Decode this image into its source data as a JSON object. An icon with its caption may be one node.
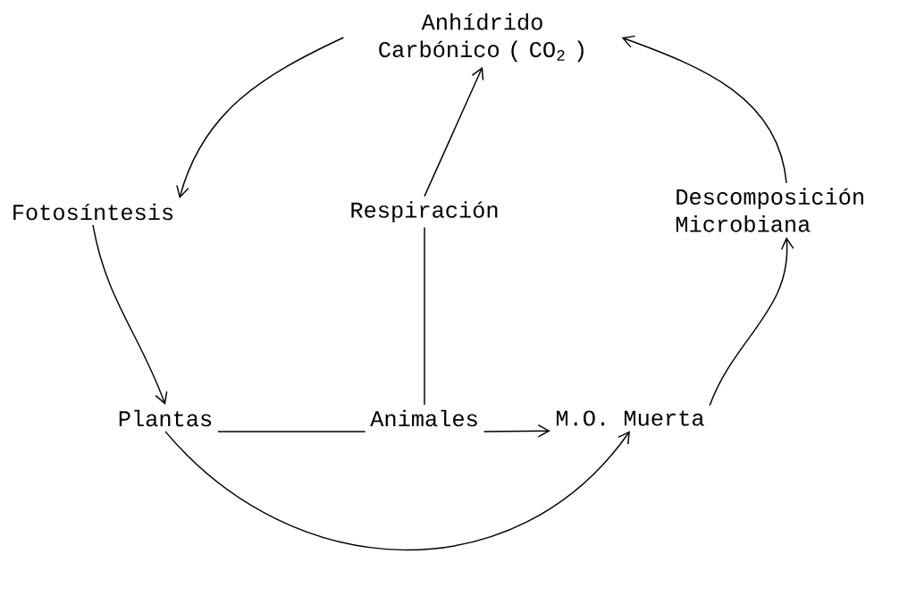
{
  "diagram": {
    "nodes": [
      {
        "text": [
          "Anhídrido Carbónico ( CO$_{2}$ )"
        ]
      },
      {
        "text": [
          "Fotosíntesis"
        ]
      },
      {
        "text": [
          "Respiración"
        ]
      },
      {
        "text": [
          "Descomposición Microbiana"
        ]
      },
      {
        "text": [
          "Plantas"
        ]
      },
      {
        "text": [
          "Animales"
        ]
      },
      {
        "text": [
          "M.O. Muerta"
        ]
      }
    ],
    "edges": [
      {
        "from": 0,
        "to": 1,
        "arrow": "to"
      },
      {
        "from": 1,
        "to": 4,
        "arrow": "to"
      },
      {
        "from": 4,
        "to": 5,
        "arrow": "none"
      },
      {
        "from": 5,
        "to": 6,
        "arrow": "to"
      },
      {
        "from": 5,
        "to": 2,
        "arrow": "none"
      },
      {
        "from": 2,
        "to": 0,
        "arrow": "to"
      },
      {
        "from": 6,
        "to": 3,
        "arrow": "to"
      },
      {
        "from": 3,
        "to": 0,
        "arrow": "to"
      },
      {
        "from": 4,
        "to": 6,
        "arrow": "to"
      }
    ]
  }
}
